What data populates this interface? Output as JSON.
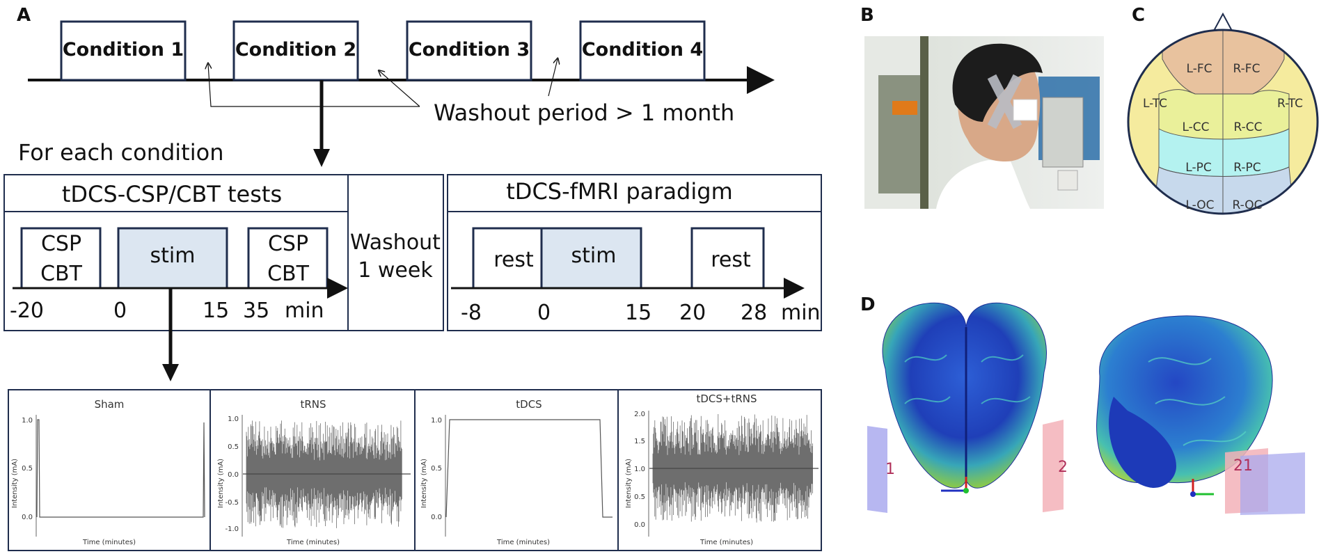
{
  "panels": {
    "A": "A",
    "B": "B",
    "C": "C",
    "D": "D"
  },
  "timeline": {
    "conditions": [
      "Condition 1",
      "Condition 2",
      "Condition 3",
      "Condition 4"
    ],
    "washout_label": "Washout period > 1 month"
  },
  "for_each": "For each condition",
  "csp_box": {
    "title": "tDCS-CSP/CBT tests",
    "pre_label_1": "CSP",
    "pre_label_2": "CBT",
    "stim": "stim",
    "post_label_1": "CSP",
    "post_label_2": "CBT",
    "ticks": [
      "-20",
      "0",
      "15",
      "35"
    ],
    "unit": "min"
  },
  "washout_week": {
    "line1": "Washout",
    "line2": "1 week"
  },
  "fmri_box": {
    "title": "tDCS-fMRI paradigm",
    "rest1": "rest",
    "stim": "stim",
    "rest2": "rest",
    "ticks": [
      "-8",
      "0",
      "15",
      "20",
      "28"
    ],
    "unit": "min"
  },
  "plots": [
    {
      "title": "Sham",
      "ylabel": "Intensity (mA)",
      "xlabel": "Time (minutes)",
      "yticks": [
        "1.0",
        "0.5",
        "0.0"
      ]
    },
    {
      "title": "tRNS",
      "ylabel": "Intensity (mA)",
      "xlabel": "Time (minutes)",
      "yticks": [
        "1.0",
        "0.5",
        "0.0",
        "-0.5",
        "-1.0"
      ]
    },
    {
      "title": "tDCS",
      "ylabel": "Intensity (mA)",
      "xlabel": "Time (minutes)",
      "yticks": [
        "1.0",
        "0.5",
        "0.0"
      ]
    },
    {
      "title": "tDCS+tRNS",
      "ylabel": "Intensity (mA)",
      "xlabel": "Time (minutes)",
      "yticks": [
        "2.0",
        "1.5",
        "1.0",
        "0.5",
        "0.0"
      ]
    }
  ],
  "head_map": {
    "regions": [
      "L-FC",
      "R-FC",
      "L-TC",
      "R-TC",
      "L-CC",
      "R-CC",
      "L-PC",
      "R-PC",
      "L-OC",
      "R-OC"
    ],
    "colors": {
      "frontal": "#e8c29e",
      "temporal": "#f5eb9e",
      "central": "#eaf09a",
      "parietal": "#b4f2f0",
      "occipital": "#c7d9ec"
    }
  },
  "electrodes": {
    "left_1": "1",
    "right_2": "2",
    "side_label": "21"
  },
  "colors": {
    "stim_fill": "#dce6f1",
    "box_border": "#1f2d4d",
    "electrode_blue": "#aaaaee",
    "electrode_red": "#f3b2b8"
  }
}
